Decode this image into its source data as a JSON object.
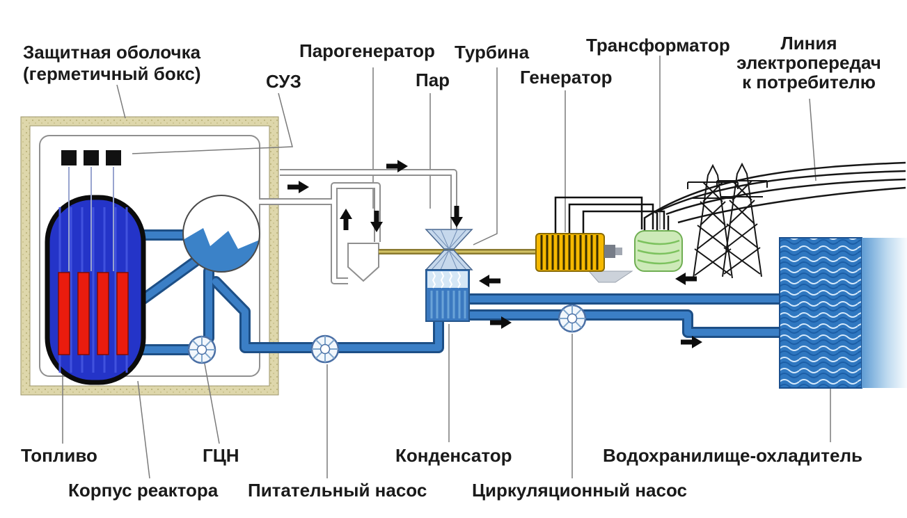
{
  "labels": {
    "containment_line1": "Защитная оболочка",
    "containment_line2": "(герметичный бокс)",
    "suz": "СУЗ",
    "steam_generator": "Парогенератор",
    "steam": "Пар",
    "turbine": "Турбина",
    "generator": "Генератор",
    "transformer": "Трансформатор",
    "power_line_line1": "Линия",
    "power_line_line2": "электропередач",
    "power_line_line3": "к потребителю",
    "fuel": "Топливо",
    "reactor_vessel": "Корпус реактора",
    "main_circulation_pump": "ГЦН",
    "feed_pump": "Питательный насос",
    "condenser": "Конденсатор",
    "circulation_pump": "Циркуляционный насос",
    "cooling_reservoir": "Водохранилище-охладитель"
  },
  "colors": {
    "containment_border": "#d9d2a4",
    "reactor_blue": "#2434c8",
    "fuel_rod_red": "#ea1c0e",
    "pipe_blue": "#3b7fc6",
    "pipe_edge_blue": "#1d4f86",
    "steam_pipe_white": "#ffffff",
    "shaft_tan": "#c8b752",
    "generator_yellow": "#f6b900",
    "transformer_green": "#cdeab8",
    "reservoir_blue": "#2f77c0",
    "label_text": "#1a1a1a"
  }
}
